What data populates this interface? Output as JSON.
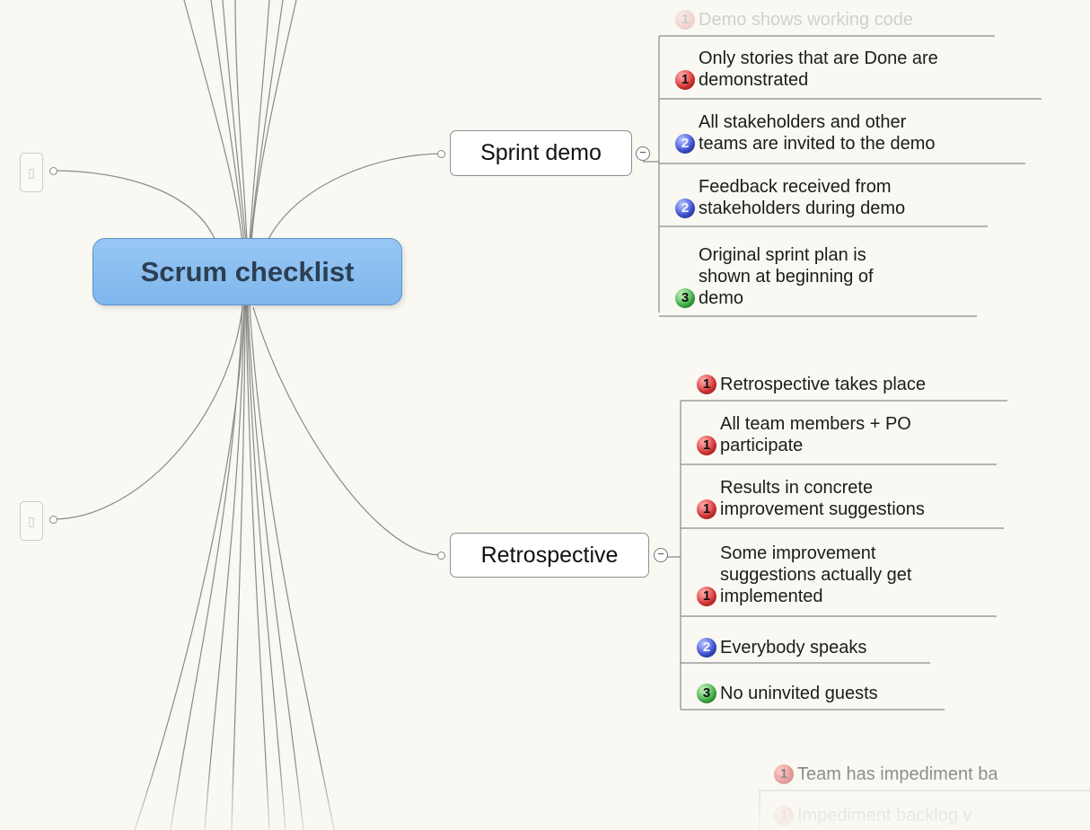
{
  "mindmap": {
    "central_topic": "Scrum checklist",
    "branches": [
      {
        "title": "Sprint demo",
        "collapse_symbol": "−",
        "items": [
          {
            "priority": "1",
            "text_lines": [
              "Demo shows working code"
            ],
            "faded": true
          },
          {
            "priority": "1",
            "text_lines": [
              "Only stories that are Done are",
              "demonstrated"
            ]
          },
          {
            "priority": "2",
            "text_lines": [
              "All stakeholders and other",
              "teams are invited to the demo"
            ]
          },
          {
            "priority": "2",
            "text_lines": [
              "Feedback received from",
              "stakeholders during demo"
            ]
          },
          {
            "priority": "3",
            "text_lines": [
              "Original sprint plan is",
              "shown at beginning of",
              "demo"
            ]
          }
        ]
      },
      {
        "title": "Retrospective",
        "collapse_symbol": "−",
        "items": [
          {
            "priority": "1",
            "text_lines": [
              "Retrospective takes place"
            ]
          },
          {
            "priority": "1",
            "text_lines": [
              "All team members + PO",
              "participate"
            ]
          },
          {
            "priority": "1",
            "text_lines": [
              "Results in concrete",
              "improvement suggestions"
            ]
          },
          {
            "priority": "1",
            "text_lines": [
              "Some improvement",
              "suggestions actually get",
              "implemented"
            ]
          },
          {
            "priority": "2",
            "text_lines": [
              "Everybody speaks"
            ]
          },
          {
            "priority": "3",
            "text_lines": [
              "No uninvited guests"
            ]
          }
        ]
      },
      {
        "title": "",
        "items": [
          {
            "priority": "1",
            "text_lines": [
              "Team has impediment ba"
            ],
            "faded": "partial"
          },
          {
            "priority": "1",
            "text_lines": [
              "Impediment backlog v"
            ],
            "faded": true
          }
        ]
      }
    ]
  },
  "colors": {
    "background": "#f9f8f2",
    "central_fill": "#8fc0f2",
    "priority_1": "#e03838",
    "priority_2": "#4054d8",
    "priority_3": "#44b84a",
    "connector": "#7a7a7a"
  },
  "icons": {
    "priority": "priority-marker-icon",
    "collapse": "collapse-minus-icon"
  }
}
